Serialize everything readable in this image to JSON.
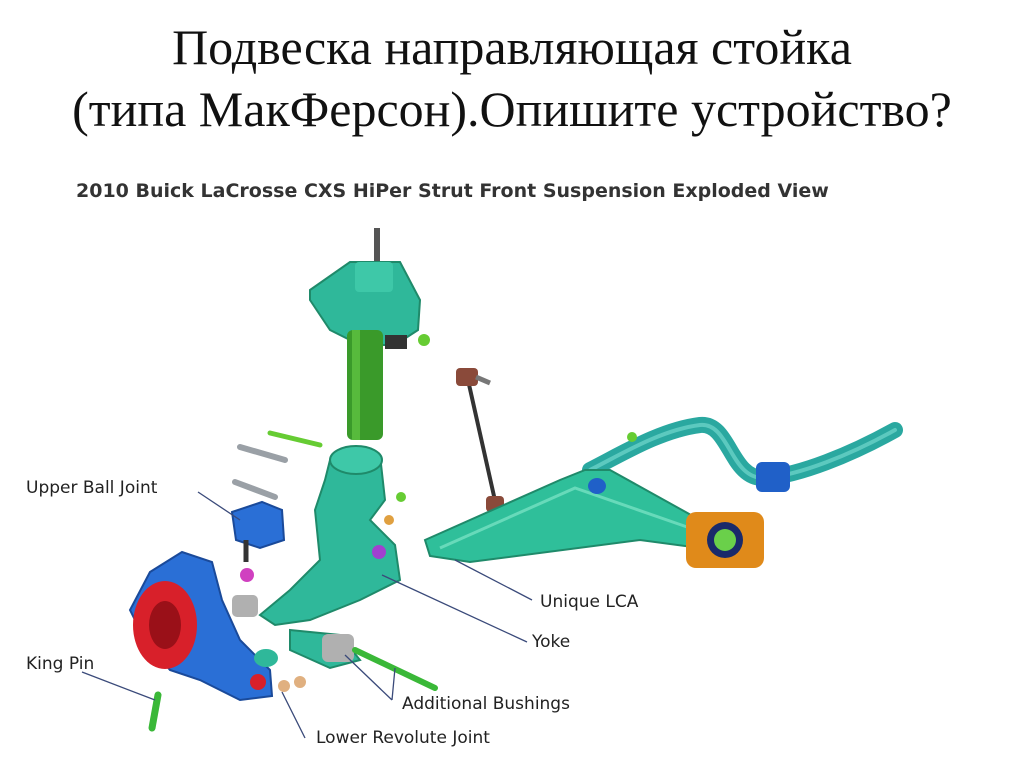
{
  "slide": {
    "title_line1": "Подвеска направляющая стойка",
    "title_line2": "(типа МакФерсон).Опишите устройство?"
  },
  "diagram": {
    "title": "2010 Buick LaCrosse CXS HiPer Strut Front Suspension Exploded View",
    "labels": {
      "upper_ball_joint": "Upper Ball Joint",
      "king_pin": "King Pin",
      "unique_lca": "Unique LCA",
      "yoke": "Yoke",
      "additional_bushings": "Additional Bushings",
      "lower_revolute_joint": "Lower Revolute Joint"
    },
    "colors": {
      "strut": "#2fb89a",
      "strut_body": "#3a9a2a",
      "knuckle": "#2a6fd6",
      "knuckle_hub": "#d8202a",
      "lca": "#2fbf9a",
      "stabilizer": "#2aa8a0",
      "bushing": "#e08a1a",
      "fastener": "#66cc33",
      "bolt": "#9aa0a6",
      "leader_line": "#3a4a7a"
    }
  }
}
